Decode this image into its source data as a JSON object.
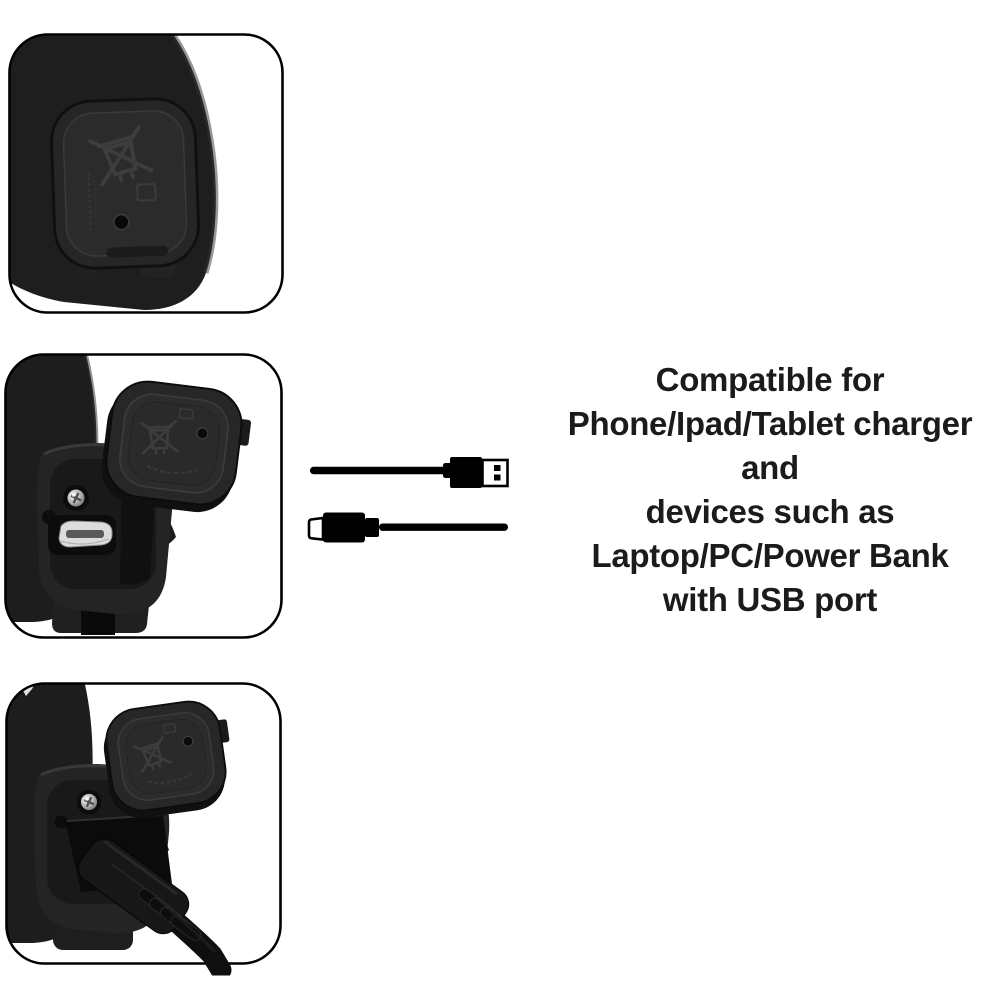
{
  "background_color": "#ffffff",
  "compatibility_text": {
    "color": "#1b1b1b",
    "lines": [
      "Compatible for",
      "Phone/Ipad/Tablet charger",
      "and",
      "devices such as",
      "Laptop/PC/Power Bank",
      "with USB port"
    ]
  },
  "photo_panels": [
    {
      "name": "device-end-port-cover-closed"
    },
    {
      "name": "device-port-cover-open-micro-usb"
    },
    {
      "name": "device-with-usb-cable-plugged"
    }
  ],
  "cable_icons": {
    "usb_a": "usb-a-cable-icon",
    "micro_usb": "micro-usb-cable-icon",
    "color": "#000000"
  },
  "frame": {
    "border_color": "#000000",
    "fill": "#ffffff"
  }
}
